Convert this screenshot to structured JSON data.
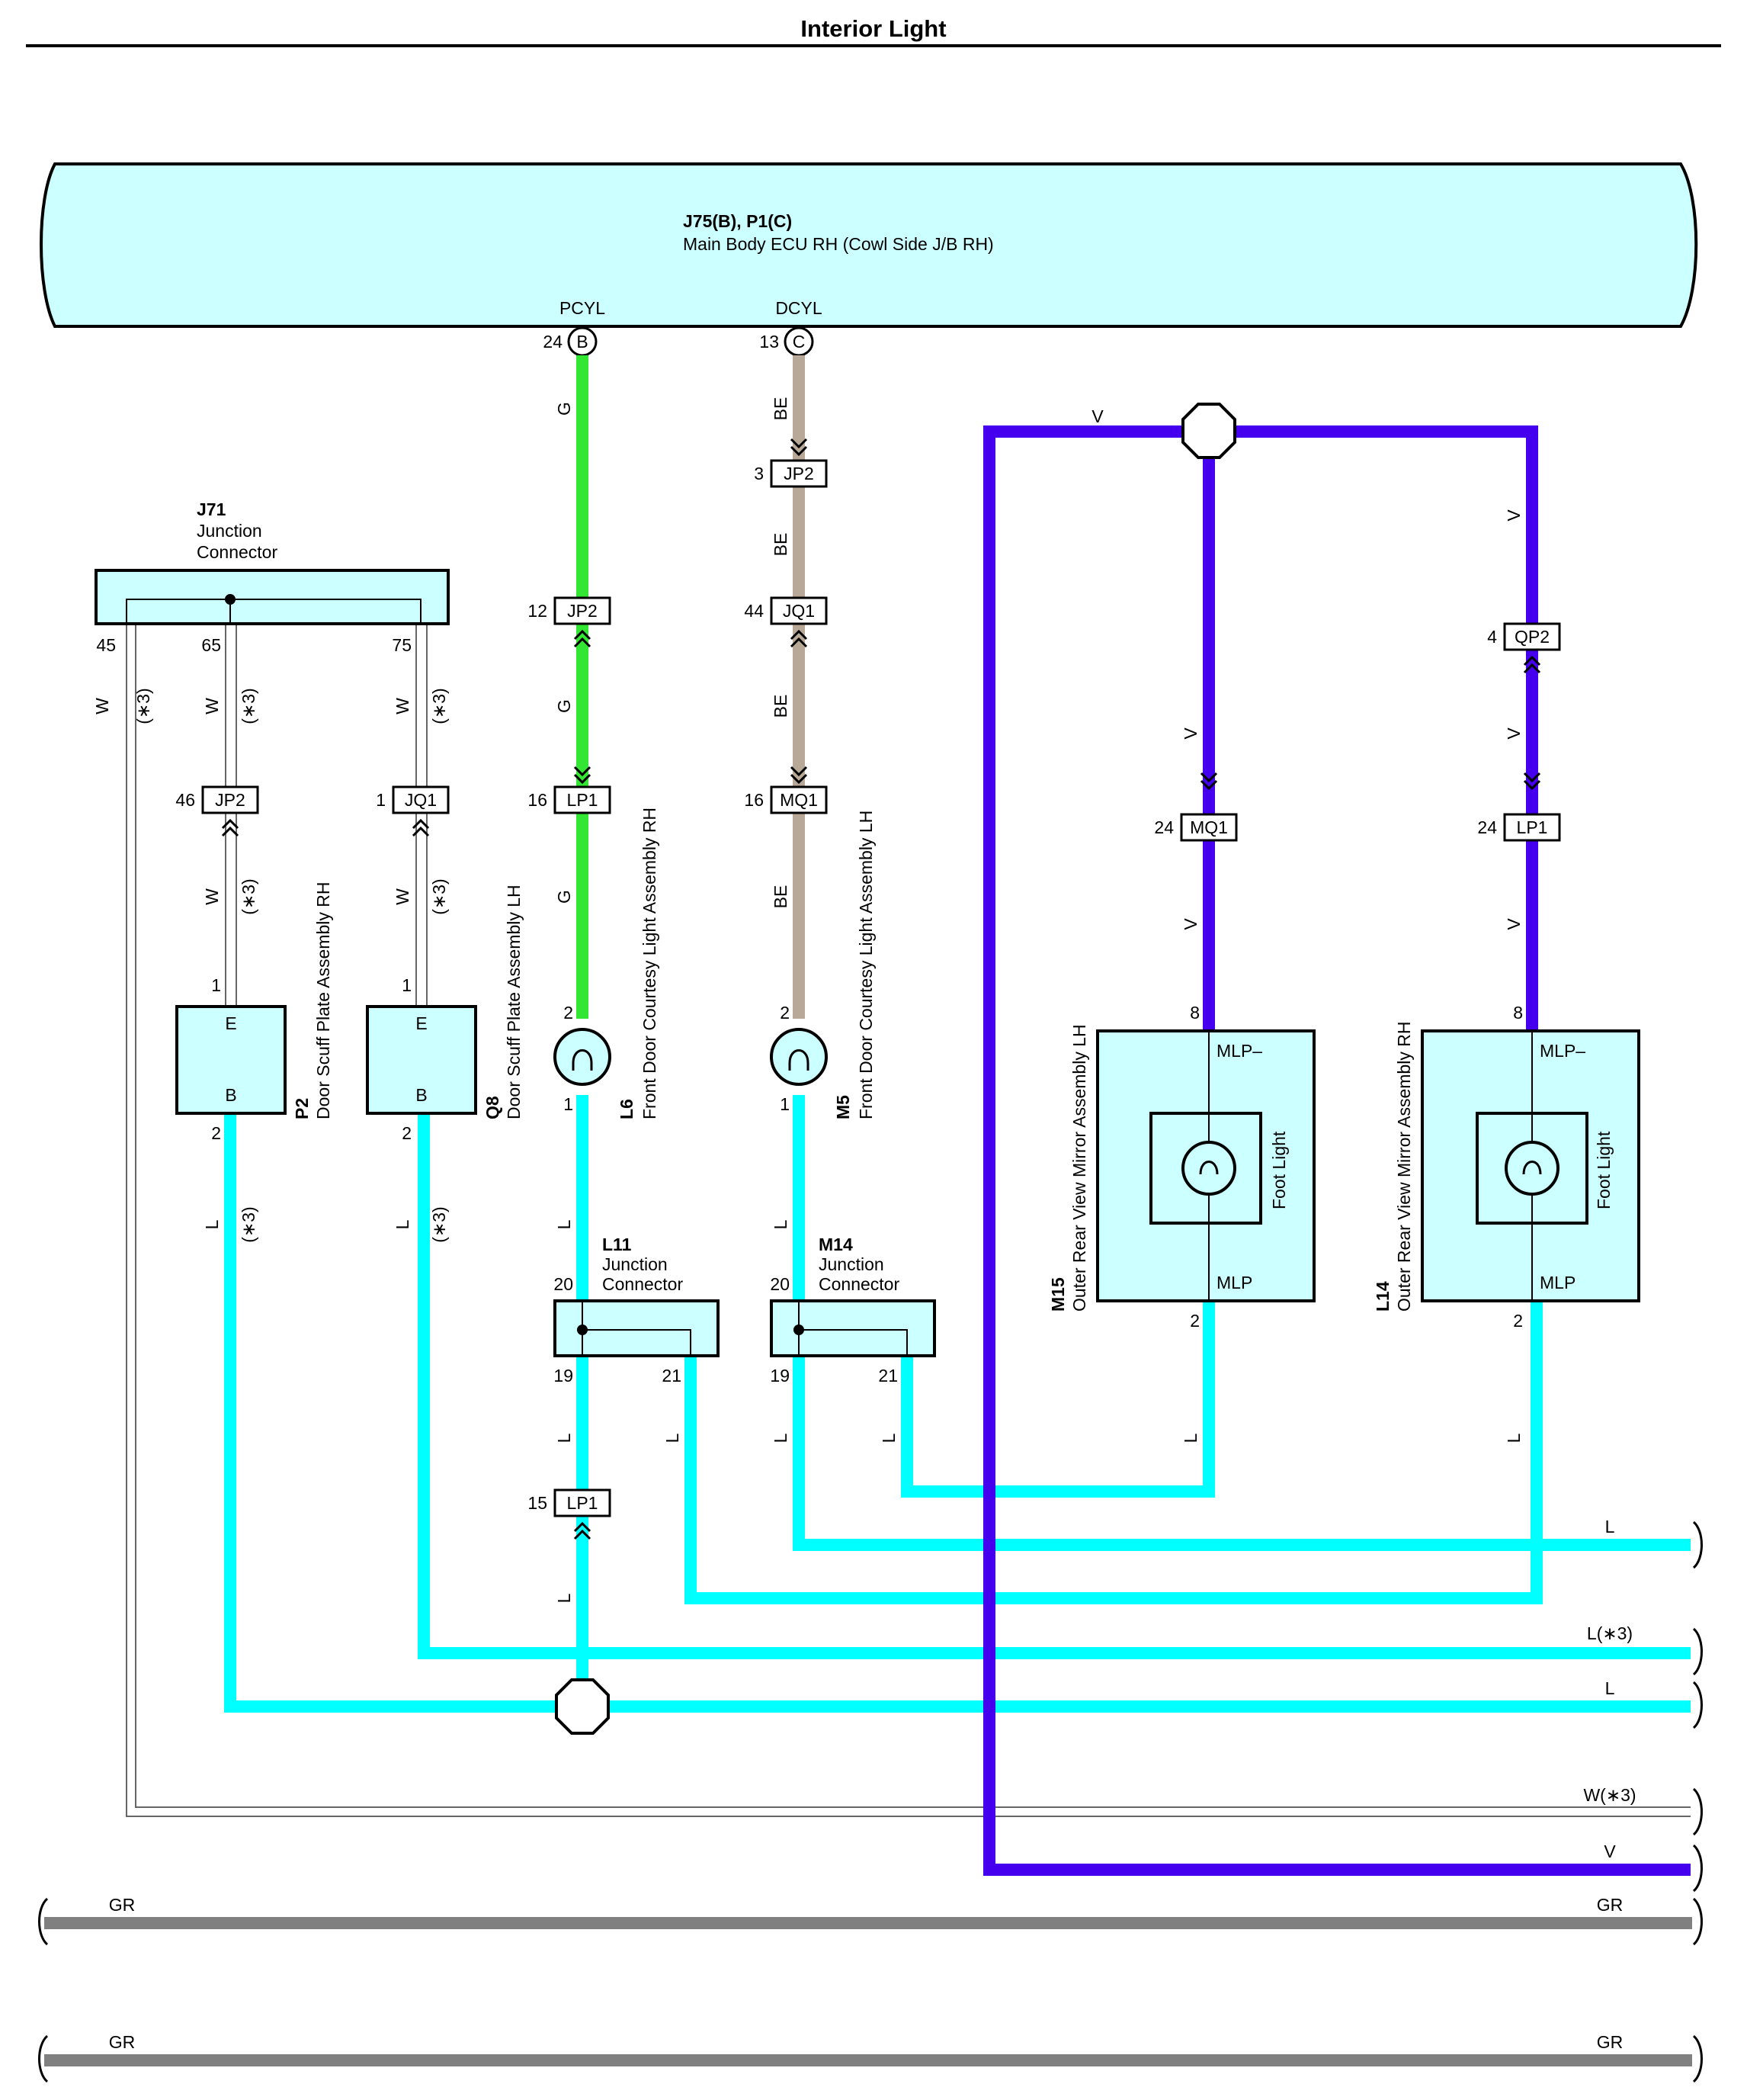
{
  "title": "Interior Light",
  "colors": {
    "ecu_fill": "#ccffff",
    "G": "#33e633",
    "BE": "#b8a898",
    "V": "#4400ee",
    "L": "#00ffff",
    "W": "#9a9a9a",
    "GR": "#808080"
  },
  "ecu": {
    "name": "J75(B), P1(C)",
    "desc": "Main Body ECU RH (Cowl Side J/B RH)",
    "pin_pcyl": "PCYL",
    "pin_dcyl": "DCYL",
    "num_b": "24",
    "letter_b": "B",
    "num_c": "13",
    "letter_c": "C"
  },
  "j71": {
    "id": "J71",
    "line1": "Junction",
    "line2": "Connector",
    "p45": "45",
    "p65": "65",
    "p75": "75"
  },
  "p2": {
    "id": "P2",
    "name": "Door Scuff Plate Assembly RH",
    "e": "E",
    "b": "B",
    "pin1": "1",
    "pin2": "2"
  },
  "q8": {
    "id": "Q8",
    "name": "Door Scuff Plate Assembly LH",
    "e": "E",
    "b": "B",
    "pin1": "1",
    "pin2": "2"
  },
  "l6": {
    "id": "L6",
    "name": "Front Door Courtesy Light Assembly RH",
    "pin2": "2",
    "pin1": "1"
  },
  "m5": {
    "id": "M5",
    "name": "Front Door Courtesy Light Assembly LH",
    "pin2": "2",
    "pin1": "1"
  },
  "l11": {
    "id": "L11",
    "line1": "Junction",
    "line2": "Connector",
    "p20": "20",
    "p19": "19",
    "p21": "21"
  },
  "m14": {
    "id": "M14",
    "line1": "Junction",
    "line2": "Connector",
    "p20": "20",
    "p19": "19",
    "p21": "21"
  },
  "m15": {
    "id": "M15",
    "name": "Outer Rear View Mirror Assembly LH",
    "mlp_minus": "MLP–",
    "mlp": "MLP",
    "foot": "Foot Light",
    "pin8": "8",
    "pin2": "2"
  },
  "l14": {
    "id": "L14",
    "name": "Outer Rear View Mirror Assembly RH",
    "mlp_minus": "MLP–",
    "mlp": "MLP",
    "foot": "Foot Light",
    "pin8": "8",
    "pin2": "2"
  },
  "connectors": {
    "jp2_a": {
      "label": "JP2",
      "pin": "12"
    },
    "lp1_a": {
      "label": "LP1",
      "pin": "16"
    },
    "lp1_b": {
      "label": "LP1",
      "pin": "15"
    },
    "jp2_b": {
      "label": "JP2",
      "pin": "3"
    },
    "jq1_a": {
      "label": "JQ1",
      "pin": "44"
    },
    "mq1_a": {
      "label": "MQ1",
      "pin": "16"
    },
    "jp2_c": {
      "label": "JP2",
      "pin": "46"
    },
    "jq1_b": {
      "label": "JQ1",
      "pin": "1"
    },
    "mq1_b": {
      "label": "MQ1",
      "pin": "24"
    },
    "qp2": {
      "label": "QP2",
      "pin": "4"
    },
    "lp1_c": {
      "label": "LP1",
      "pin": "24"
    }
  },
  "wires": {
    "G": "G",
    "BE": "BE",
    "V": "V",
    "L": "L",
    "W": "W",
    "GR": "GR",
    "star3": "(∗3)",
    "l_star3": "L(∗3)",
    "w_star3": "W(∗3)"
  }
}
